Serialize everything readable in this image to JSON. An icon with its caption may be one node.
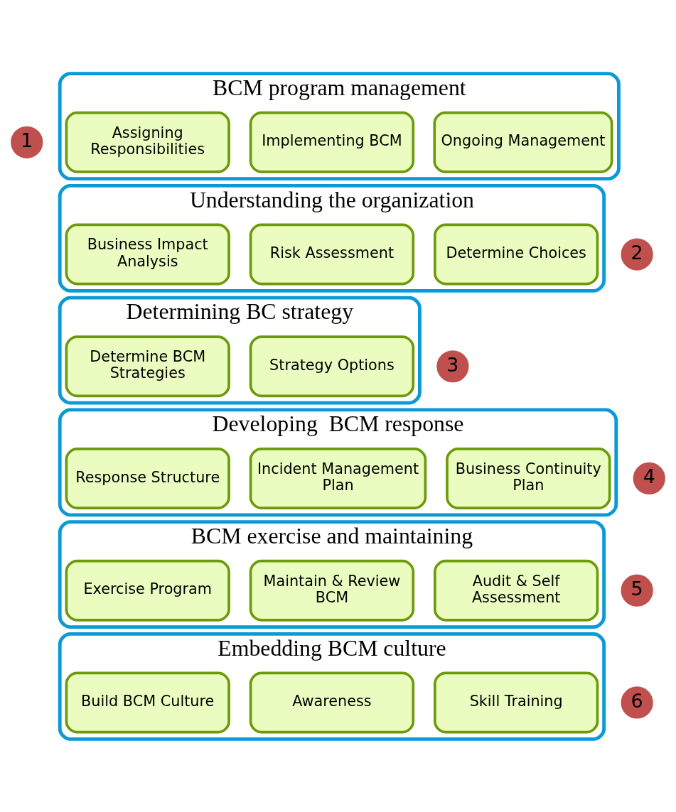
{
  "diagram": {
    "nodes": [
      {
        "text": [
          "1"
        ]
      },
      {
        "text": [
          "BCM program management"
        ]
      },
      {
        "text": [
          "Assigning Responsibilities"
        ],
        "in": 1
      },
      {
        "text": [
          "Implementing BCM"
        ],
        "in": 1
      },
      {
        "text": [
          "Ongoing Management"
        ],
        "in": 1
      },
      {
        "text": [
          "2"
        ]
      },
      {
        "text": [
          "Understanding the organization"
        ]
      },
      {
        "text": [
          "Business Impact Analysis"
        ],
        "in": 6
      },
      {
        "text": [
          "Risk Assessment"
        ],
        "in": 6
      },
      {
        "text": [
          "Determine Choices"
        ],
        "in": 6
      },
      {
        "text": [
          "3"
        ]
      },
      {
        "text": [
          "Determining BC strategy"
        ]
      },
      {
        "text": [
          "Determine BCM Strategies"
        ],
        "in": 11
      },
      {
        "text": [
          "Strategy Options"
        ],
        "in": 11
      },
      {
        "text": [
          "4"
        ]
      },
      {
        "text": [
          "Developing  BCM response"
        ]
      },
      {
        "text": [
          "Response Structure"
        ],
        "in": 15
      },
      {
        "text": [
          "Incident Management Plan"
        ],
        "in": 15
      },
      {
        "text": [
          "Business Continuity Plan"
        ],
        "in": 15
      },
      {
        "text": [
          "5"
        ]
      },
      {
        "text": [
          "BCM exercise and maintaining"
        ]
      },
      {
        "text": [
          "Exercise Program"
        ],
        "in": 20
      },
      {
        "text": [
          "Maintain & Review BCM"
        ],
        "in": 20
      },
      {
        "text": [
          "Audit & Self Assessment"
        ],
        "in": 20
      },
      {
        "text": [
          "6"
        ]
      },
      {
        "text": [
          "Embedding BCM culture"
        ]
      },
      {
        "text": [
          "Build BCM Culture"
        ],
        "in": 25
      },
      {
        "text": [
          "Awareness"
        ],
        "in": 25
      },
      {
        "text": [
          "Skill Training"
        ],
        "in": 25
      }
    ],
    "edges": []
  }
}
